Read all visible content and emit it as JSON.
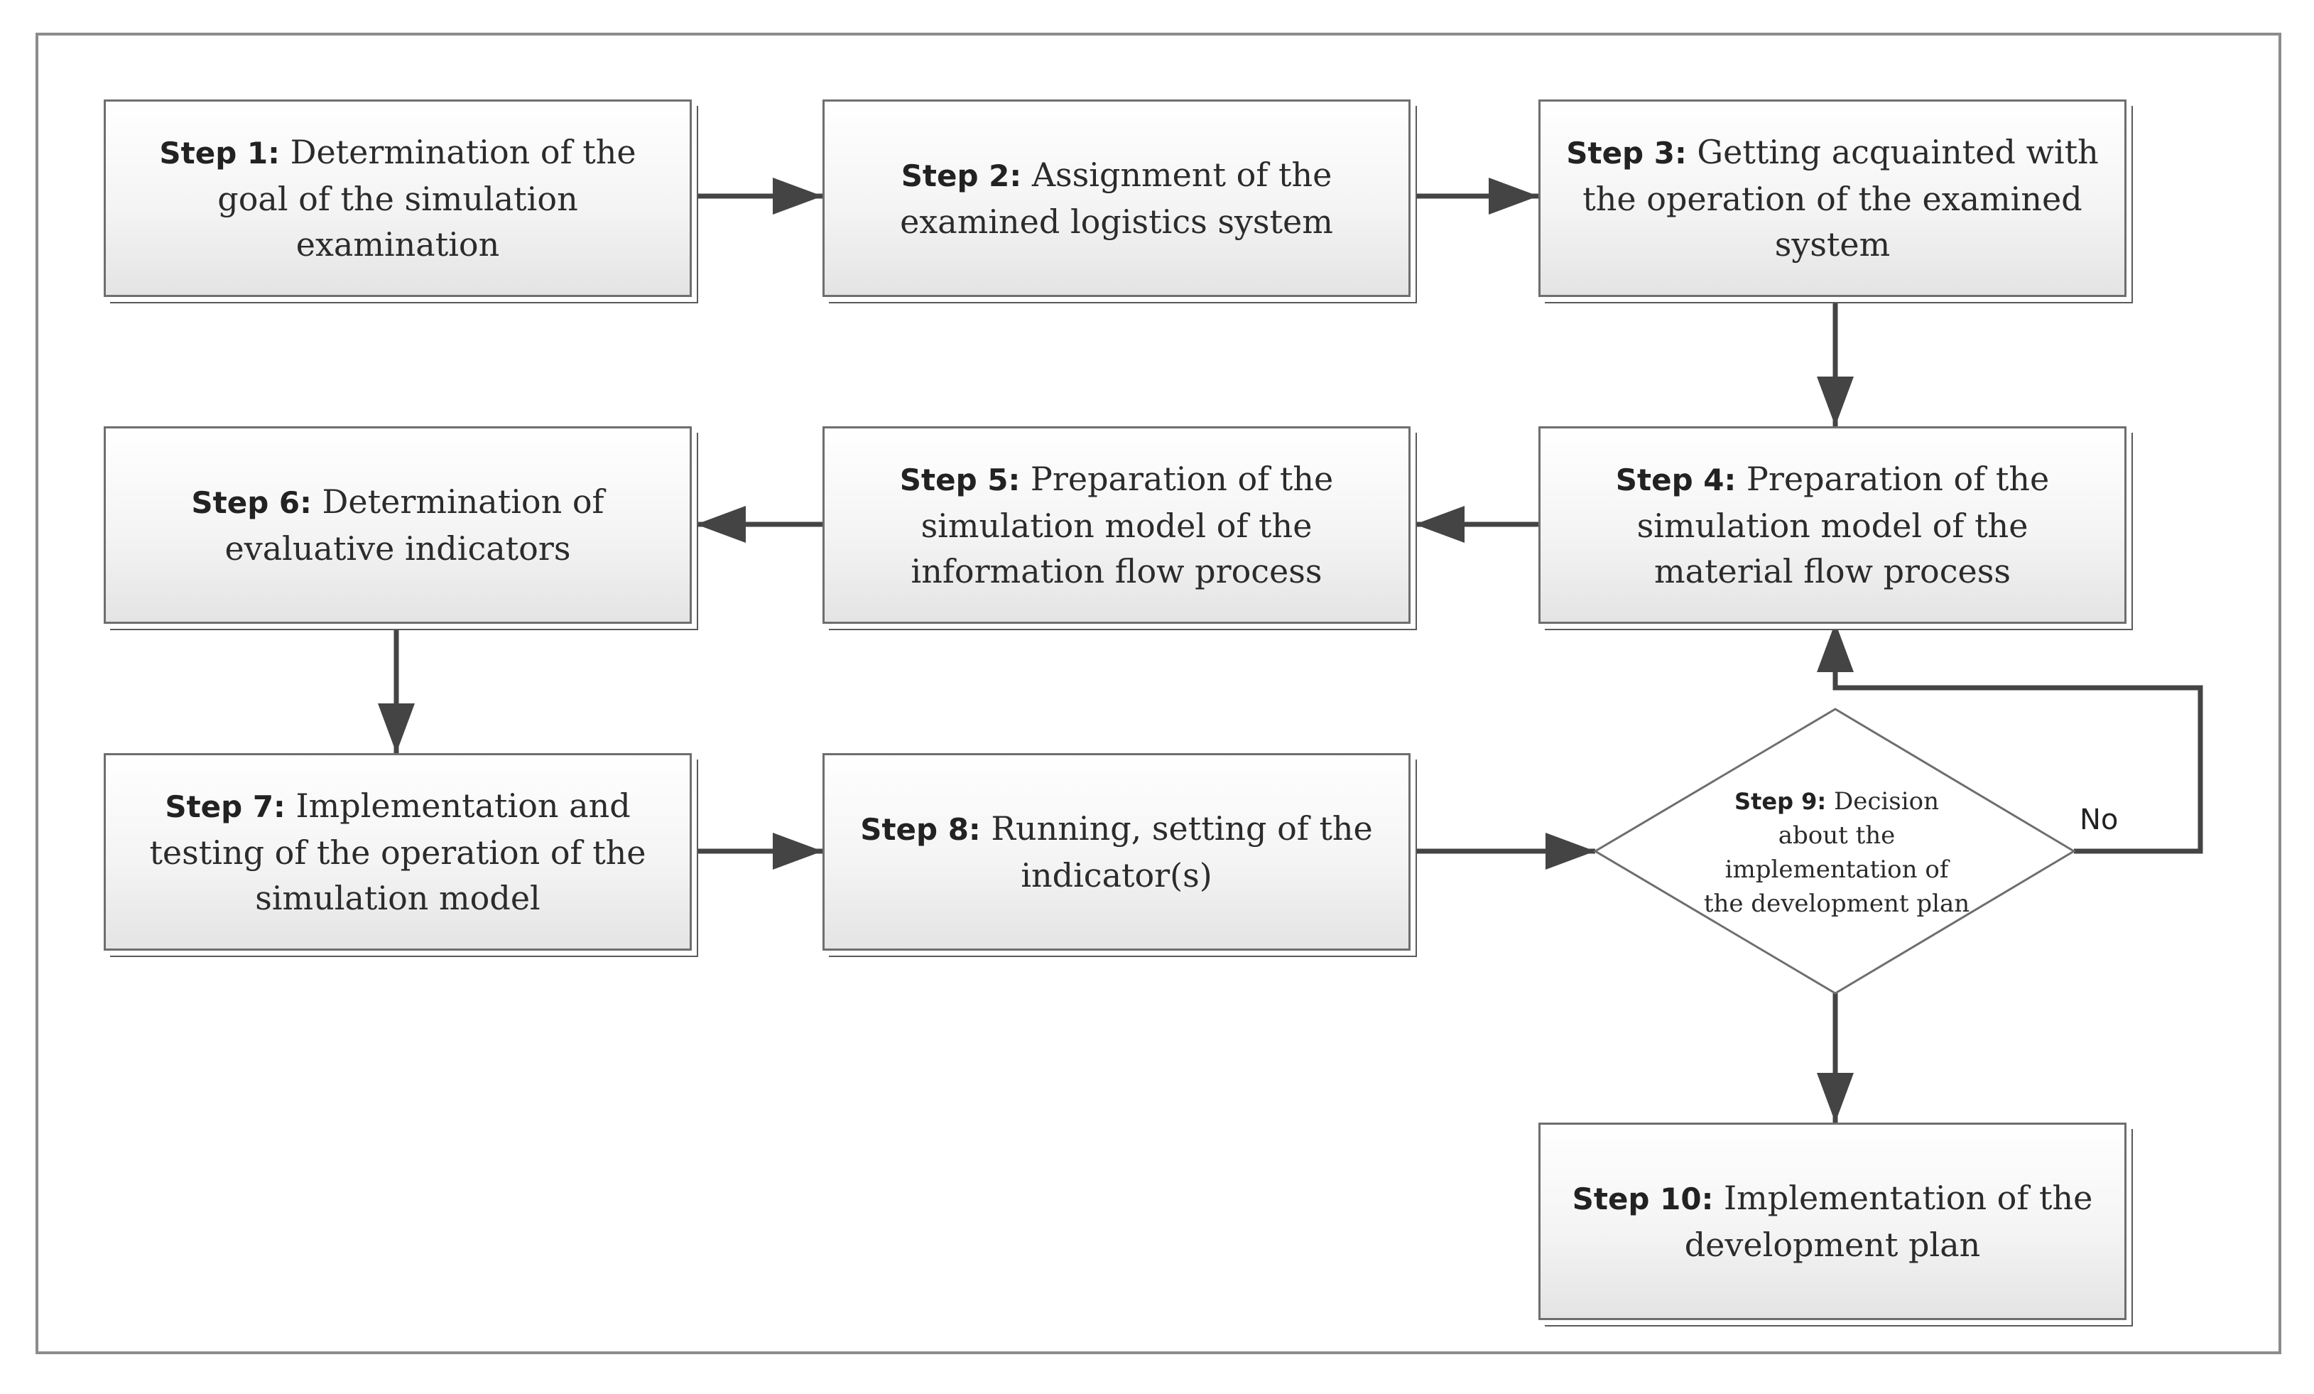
{
  "steps": [
    {
      "label": "Step 1:",
      "text": " Determination of the goal of the simulation examination"
    },
    {
      "label": "Step 2:",
      "text": " Assignment of the examined logistics system"
    },
    {
      "label": "Step 3:",
      "text": " Getting acquainted with the operation of the examined system"
    },
    {
      "label": "Step 4:",
      "text": " Preparation of the simulation model of the material flow process"
    },
    {
      "label": "Step 5:",
      "text": " Preparation of the simulation model of the information flow process"
    },
    {
      "label": "Step 6:",
      "text": " Determination of evaluative indicators"
    },
    {
      "label": "Step 7:",
      "text": " Implementation and testing of the operation of the simulation model"
    },
    {
      "label": "Step 8:",
      "text": " Running, setting of the indicator(s)"
    },
    {
      "label": "Step 9:",
      "text": " Decision about the implementation of the development plan"
    },
    {
      "label": "Step 10:",
      "text": " Implementation of the development plan"
    }
  ],
  "edges": [
    {
      "from": 1,
      "to": 2
    },
    {
      "from": 2,
      "to": 3
    },
    {
      "from": 3,
      "to": 4
    },
    {
      "from": 4,
      "to": 5
    },
    {
      "from": 5,
      "to": 6
    },
    {
      "from": 6,
      "to": 7
    },
    {
      "from": 7,
      "to": 8
    },
    {
      "from": 8,
      "to": 9
    },
    {
      "from": 9,
      "to": 10
    },
    {
      "from": 9,
      "to": 4,
      "label": "No"
    }
  ],
  "colors": {
    "border": "#6e6e6e",
    "arrow": "#444444",
    "frame": "#8c8c8c",
    "box_fill_top": "#ffffff",
    "box_fill_bottom": "#e4e4e4"
  }
}
